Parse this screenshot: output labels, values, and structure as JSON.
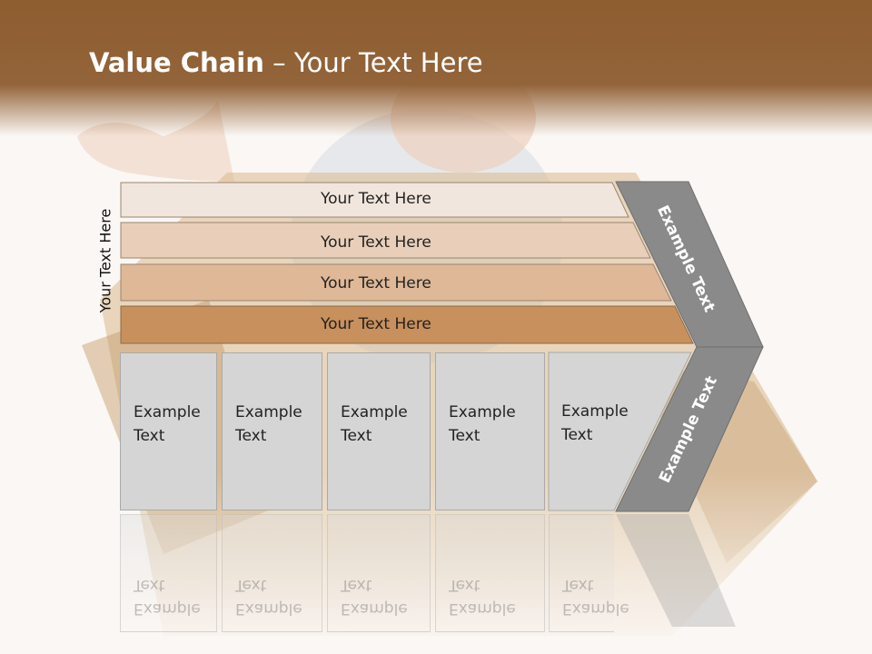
{
  "slide": {
    "title_bold": "Value Chain",
    "title_rest": " – Your Text Here",
    "vertical_label": "Your Text Here"
  },
  "bars": [
    {
      "label": "Your Text Here",
      "color": "#f1e6dd"
    },
    {
      "label": "Your Text Here",
      "color": "#e9cfba"
    },
    {
      "label": "Your Text Here",
      "color": "#deb897"
    },
    {
      "label": "Your Text Here",
      "color": "#c8905c"
    }
  ],
  "boxes": [
    {
      "label": "Example Text"
    },
    {
      "label": "Example Text"
    },
    {
      "label": "Example Text"
    },
    {
      "label": "Example Text"
    },
    {
      "label": "Example Text"
    }
  ],
  "chevron": {
    "upper_label": "Example Text",
    "lower_label": "Example Text",
    "color": "#8a8a8a"
  },
  "colors": {
    "header": "#8e5d30",
    "box_fill": "#d5d5d5"
  }
}
